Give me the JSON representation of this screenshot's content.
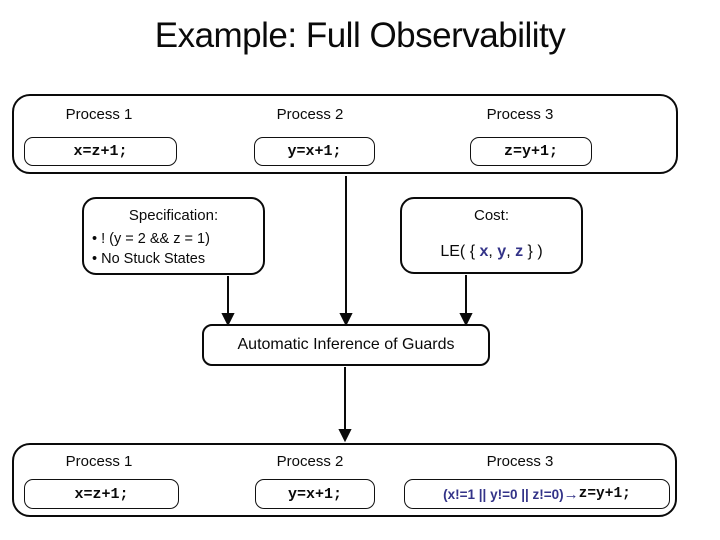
{
  "slide": {
    "title": "Example: Full Observability"
  },
  "colors": {
    "guard_navy": "#333388",
    "border_black": "#0a0a0a"
  },
  "top_group": {
    "processes": [
      {
        "label": "Process 1",
        "code": "x=z+1;"
      },
      {
        "label": "Process 2",
        "code": "y=x+1;"
      },
      {
        "label": "Process 3",
        "code": "z=y+1;"
      }
    ]
  },
  "specification": {
    "title": "Specification:",
    "bullets": [
      "! (y = 2 && z = 1)",
      "No Stuck States"
    ]
  },
  "cost": {
    "title": "Cost:",
    "expr_prefix": "LE( { ",
    "vars": [
      "x",
      "y",
      "z"
    ],
    "comma": ", ",
    "expr_suffix": " } )"
  },
  "inference_box": {
    "label": "Automatic Inference of Guards"
  },
  "bottom_group": {
    "processes": [
      {
        "label": "Process 1",
        "code": "x=z+1;"
      },
      {
        "label": "Process 2",
        "code": "y=x+1;"
      },
      {
        "label": "Process 3",
        "guard": "(x!=1 || y!=0 || z!=0)",
        "arrow": "→",
        "code": "z=y+1;"
      }
    ]
  }
}
